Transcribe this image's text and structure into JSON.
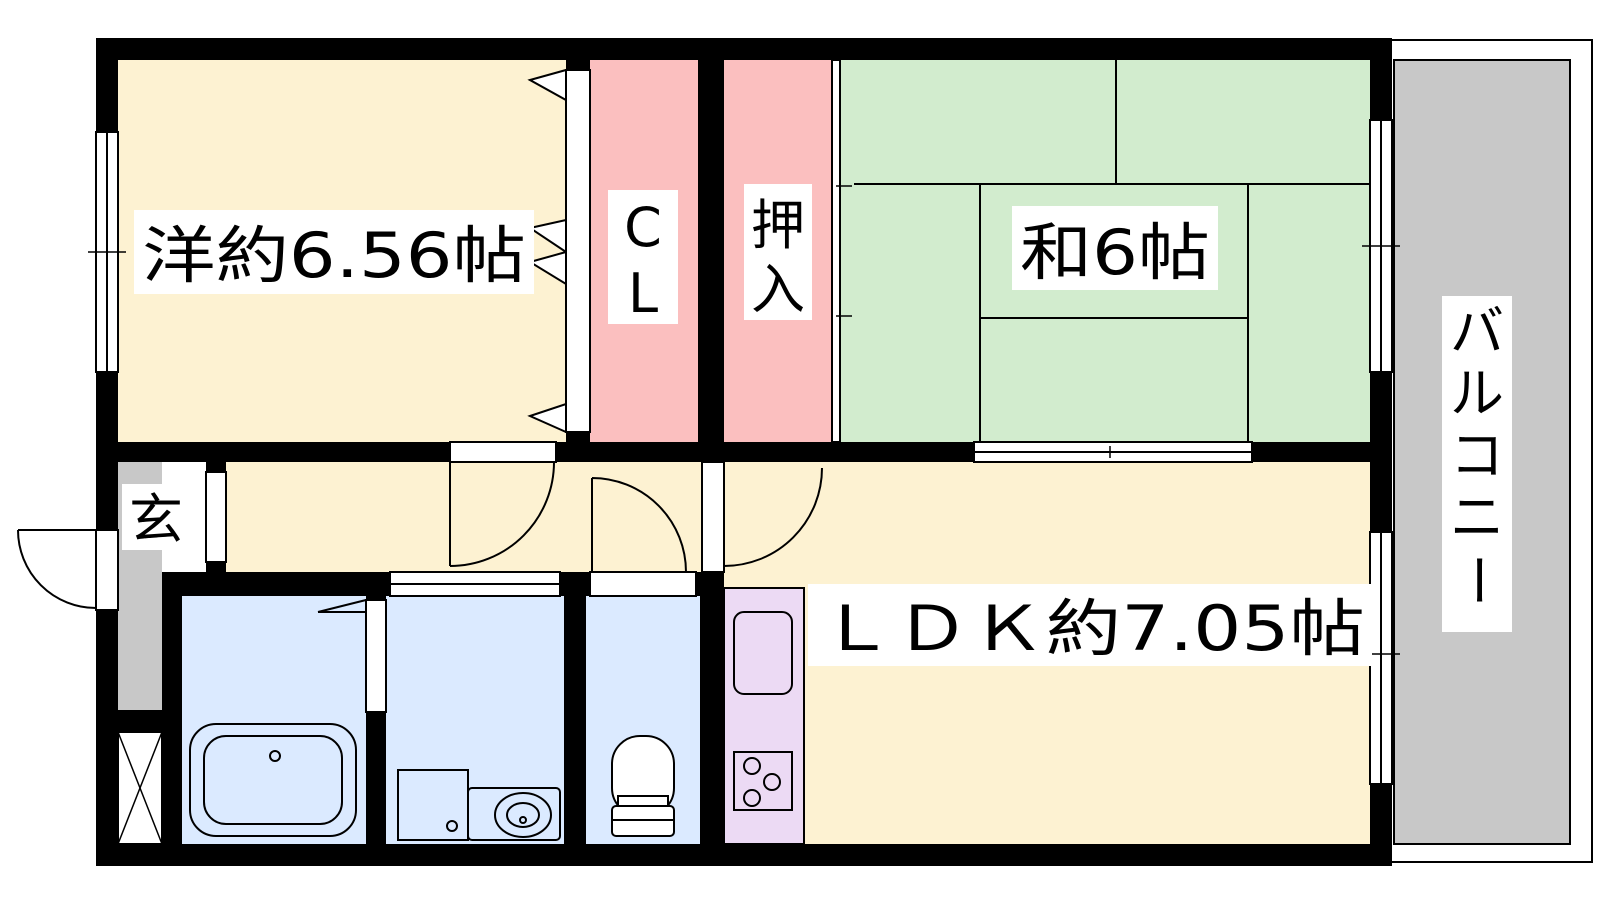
{
  "rooms": {
    "western": "洋約6.56帖",
    "closet": [
      "C",
      "L"
    ],
    "oshiire": [
      "押",
      "入"
    ],
    "japanese": "和6帖",
    "entrance": "玄",
    "ldk": "ＬＤＫ約7.05帖",
    "balcony": [
      "バ",
      "ル",
      "コ",
      "ニ",
      "ー"
    ]
  },
  "colors": {
    "wall": "#000000",
    "western_floor": "#fdf2d2",
    "closet_fill": "#fbbfbf",
    "tatami": "#d2ecce",
    "wet_area": "#dbeaff",
    "kitchen": "#ecdaf4",
    "balcony": "#c8c8c8",
    "entrance": "#c8c8c8"
  }
}
